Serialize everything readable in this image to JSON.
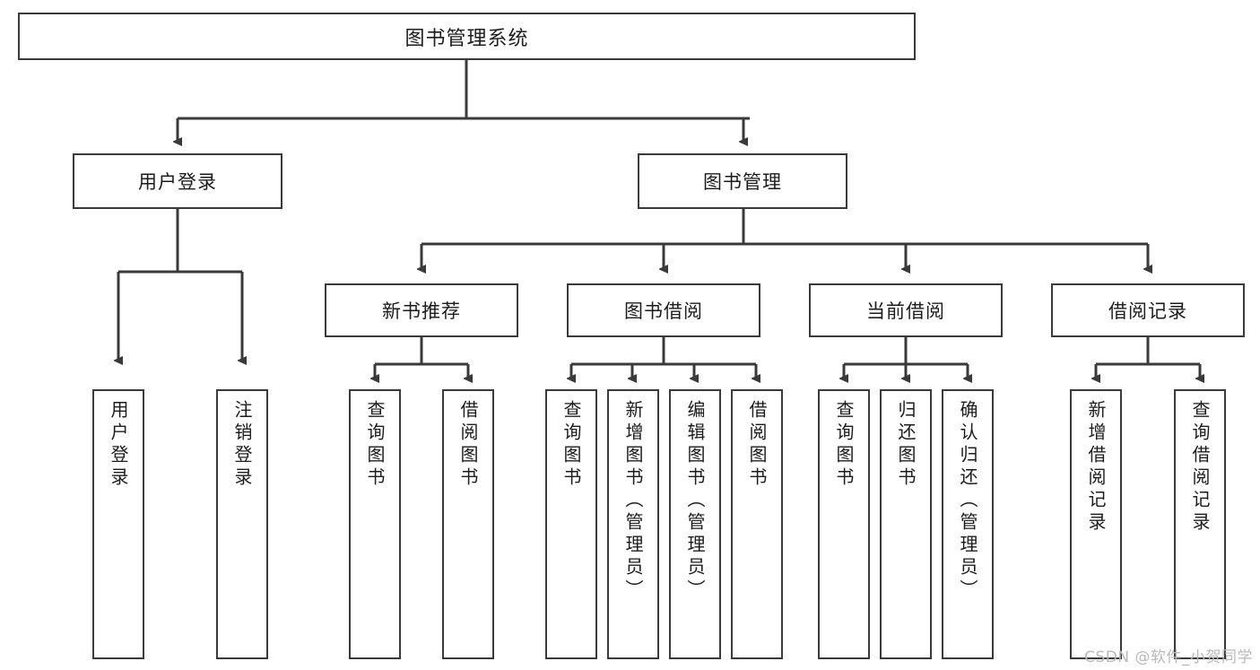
{
  "diagram": {
    "title": "图书管理系统",
    "watermark": "CSDN @软件_小贺同学",
    "levels": {
      "root": {
        "label": "图书管理系统"
      },
      "level2": [
        {
          "label": "用户登录"
        },
        {
          "label": "图书管理"
        }
      ],
      "level3": [
        {
          "label": "新书推荐"
        },
        {
          "label": "图书借阅"
        },
        {
          "label": "当前借阅"
        },
        {
          "label": "借阅记录"
        }
      ],
      "leaves": [
        {
          "label": "用户登录"
        },
        {
          "label": "注销登录"
        },
        {
          "label": "查询图书"
        },
        {
          "label": "借阅图书"
        },
        {
          "label": "查询图书"
        },
        {
          "label": "新增图书（管理员）"
        },
        {
          "label": "编辑图书（管理员）"
        },
        {
          "label": "借阅图书"
        },
        {
          "label": "查询图书"
        },
        {
          "label": "归还图书"
        },
        {
          "label": "确认归还（管理员）"
        },
        {
          "label": "新增借阅记录"
        },
        {
          "label": "查询借阅记录"
        }
      ]
    },
    "colors": {
      "stroke": "#3a3a3a",
      "fill": "#ffffff",
      "text": "#1c1c1c",
      "watermark": "#b9b9b9"
    }
  }
}
